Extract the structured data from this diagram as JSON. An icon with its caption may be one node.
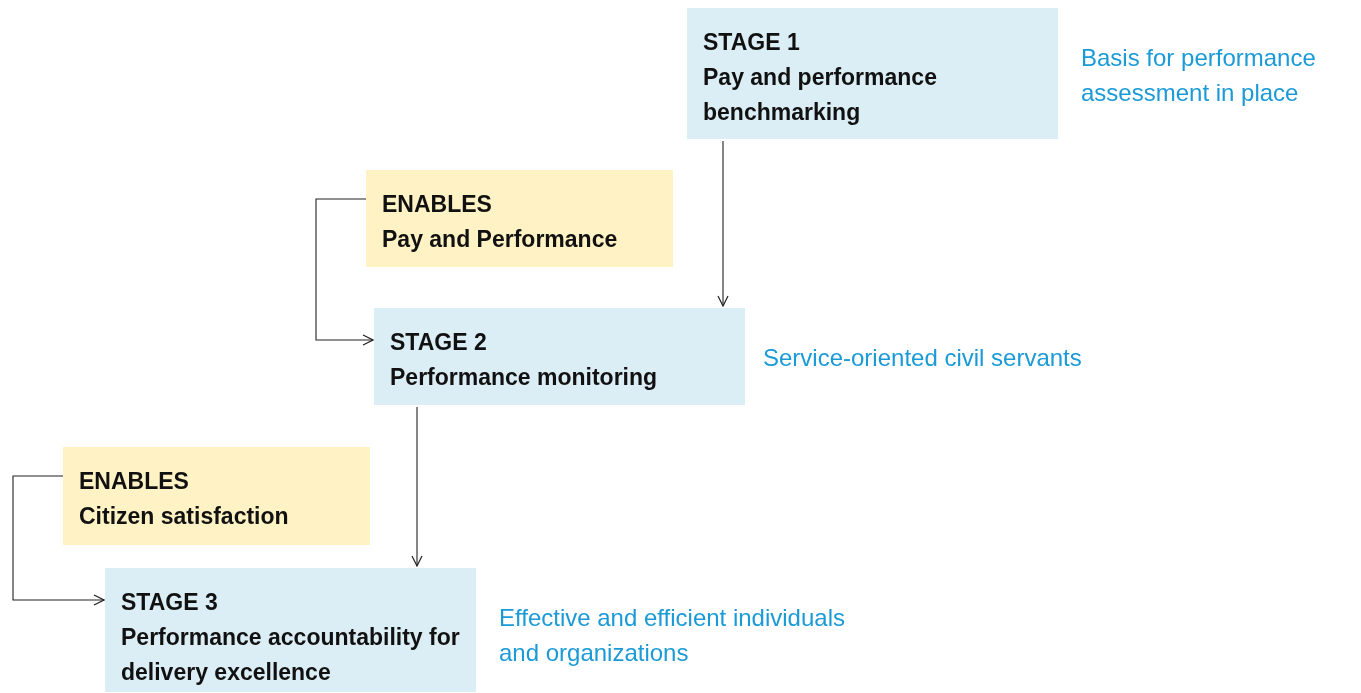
{
  "diagram": {
    "nodes": [
      {
        "text": [
          "STAGE 1",
          "Pay and performance benchmarking"
        ],
        "beside": [
          "Basis for performance assessment in place"
        ]
      },
      {
        "text": [
          "ENABLES",
          "Pay and Performance"
        ]
      },
      {
        "text": [
          "STAGE 2",
          "Performance monitoring"
        ],
        "beside": [
          "Service-oriented civil servants"
        ]
      },
      {
        "text": [
          "ENABLES",
          "Citizen satisfaction"
        ]
      },
      {
        "text": [
          "STAGE 3",
          "Performance accountability for delivery excellence"
        ],
        "beside": [
          "Effective and efficient individuals and organizations"
        ]
      }
    ],
    "edges": [
      {
        "from": 0,
        "to": 2,
        "arrow": "to"
      },
      {
        "from": 1,
        "to": 2,
        "arrow": "to"
      },
      {
        "from": 2,
        "to": 4,
        "arrow": "to"
      },
      {
        "from": 3,
        "to": 4,
        "arrow": "to"
      }
    ]
  }
}
